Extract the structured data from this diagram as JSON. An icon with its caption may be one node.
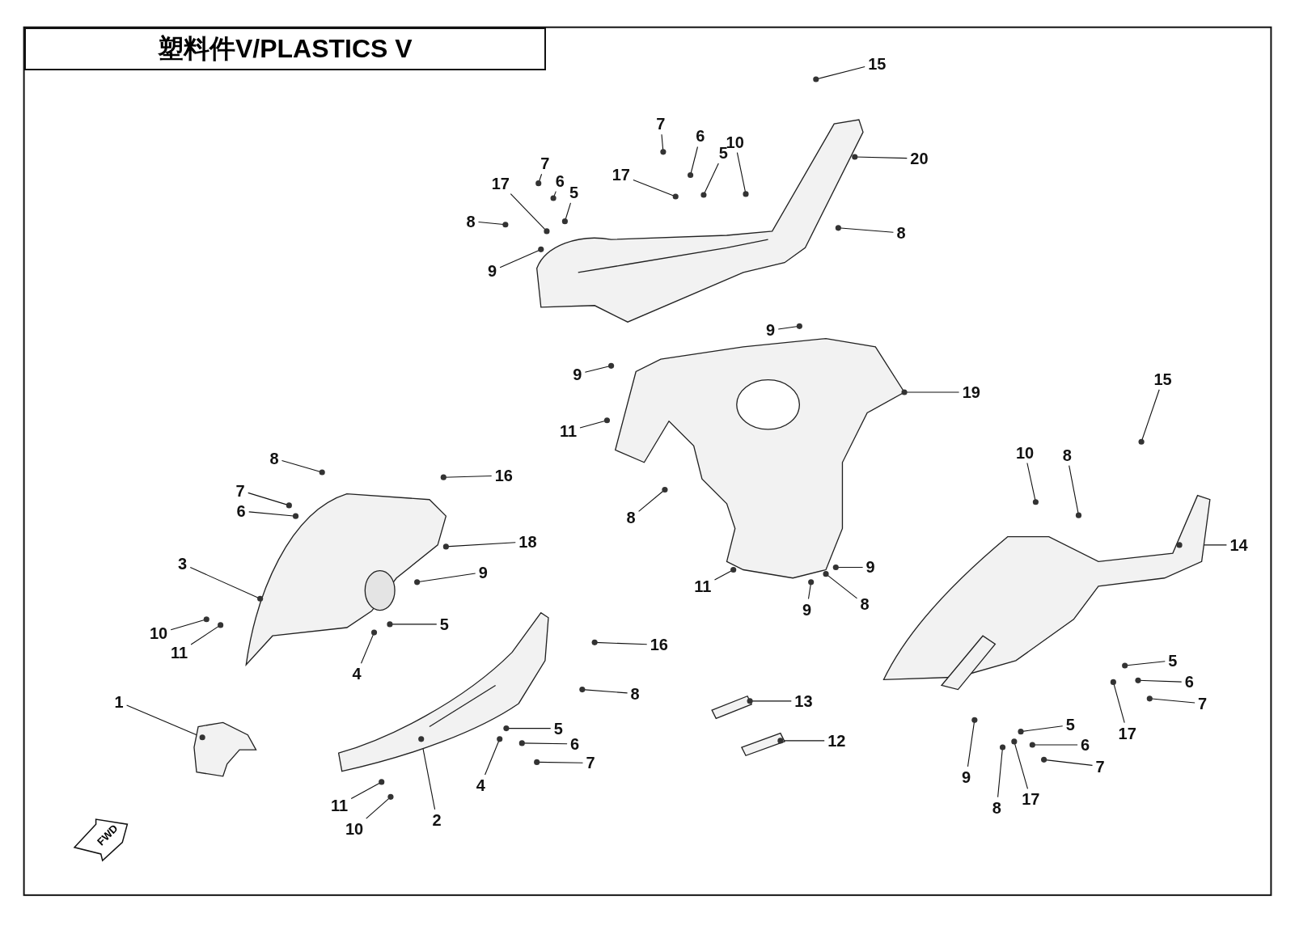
{
  "diagram": {
    "title": "塑料件V/PLASTICS V",
    "nodes": [
      {
        "text": [
          "15"
        ]
      },
      {
        "text": [
          "20"
        ]
      },
      {
        "text": [
          "10"
        ]
      },
      {
        "text": [
          "7"
        ]
      },
      {
        "text": [
          "6"
        ]
      },
      {
        "text": [
          "5"
        ]
      },
      {
        "text": [
          "17"
        ]
      },
      {
        "text": [
          "8"
        ]
      },
      {
        "text": [
          "7"
        ]
      },
      {
        "text": [
          "6"
        ]
      },
      {
        "text": [
          "5"
        ]
      },
      {
        "text": [
          "17"
        ]
      },
      {
        "text": [
          "8"
        ]
      },
      {
        "text": [
          "9"
        ]
      },
      {
        "text": [
          "9"
        ]
      },
      {
        "text": [
          "9"
        ]
      },
      {
        "text": [
          "19"
        ]
      },
      {
        "text": [
          "11"
        ]
      },
      {
        "text": [
          "8"
        ]
      },
      {
        "text": [
          "9"
        ]
      },
      {
        "text": [
          "11"
        ]
      },
      {
        "text": [
          "9"
        ]
      },
      {
        "text": [
          "8"
        ]
      },
      {
        "text": [
          "15"
        ]
      },
      {
        "text": [
          "10"
        ]
      },
      {
        "text": [
          "8"
        ]
      },
      {
        "text": [
          "14"
        ]
      },
      {
        "text": [
          "5"
        ]
      },
      {
        "text": [
          "6"
        ]
      },
      {
        "text": [
          "7"
        ]
      },
      {
        "text": [
          "17"
        ]
      },
      {
        "text": [
          "5"
        ]
      },
      {
        "text": [
          "6"
        ]
      },
      {
        "text": [
          "7"
        ]
      },
      {
        "text": [
          "17"
        ]
      },
      {
        "text": [
          "9"
        ]
      },
      {
        "text": [
          "8"
        ]
      },
      {
        "text": [
          "8"
        ]
      },
      {
        "text": [
          "7"
        ]
      },
      {
        "text": [
          "6"
        ]
      },
      {
        "text": [
          "16"
        ]
      },
      {
        "text": [
          "18"
        ]
      },
      {
        "text": [
          "3"
        ]
      },
      {
        "text": [
          "9"
        ]
      },
      {
        "text": [
          "5"
        ]
      },
      {
        "text": [
          "10"
        ]
      },
      {
        "text": [
          "11"
        ]
      },
      {
        "text": [
          "4"
        ]
      },
      {
        "text": [
          "16"
        ]
      },
      {
        "text": [
          "8"
        ]
      },
      {
        "text": [
          "1"
        ]
      },
      {
        "text": [
          "5"
        ]
      },
      {
        "text": [
          "6"
        ]
      },
      {
        "text": [
          "7"
        ]
      },
      {
        "text": [
          "4"
        ]
      },
      {
        "text": [
          "2"
        ]
      },
      {
        "text": [
          "11"
        ]
      },
      {
        "text": [
          "10"
        ]
      },
      {
        "text": [
          "13"
        ]
      },
      {
        "text": [
          "12"
        ]
      }
    ],
    "edges": [
      {
        "from": 0,
        "to": null,
        "arrow": "none"
      },
      {
        "from": 1,
        "to": null,
        "arrow": "none"
      },
      {
        "from": 2,
        "to": null,
        "arrow": "none"
      },
      {
        "from": 3,
        "to": null,
        "arrow": "none"
      },
      {
        "from": 4,
        "to": null,
        "arrow": "none"
      },
      {
        "from": 5,
        "to": null,
        "arrow": "none"
      },
      {
        "from": 6,
        "to": null,
        "arrow": "none"
      },
      {
        "from": 7,
        "to": null,
        "arrow": "none"
      },
      {
        "from": 8,
        "to": null,
        "arrow": "none"
      },
      {
        "from": 9,
        "to": null,
        "arrow": "none"
      },
      {
        "from": 10,
        "to": null,
        "arrow": "none"
      },
      {
        "from": 11,
        "to": null,
        "arrow": "none"
      },
      {
        "from": 12,
        "to": null,
        "arrow": "none"
      },
      {
        "from": 13,
        "to": null,
        "arrow": "none"
      },
      {
        "from": 14,
        "to": null,
        "arrow": "none"
      },
      {
        "from": 15,
        "to": null,
        "arrow": "none"
      },
      {
        "from": 16,
        "to": null,
        "arrow": "none"
      },
      {
        "from": 17,
        "to": null,
        "arrow": "none"
      },
      {
        "from": 18,
        "to": null,
        "arrow": "none"
      },
      {
        "from": 19,
        "to": null,
        "arrow": "none"
      },
      {
        "from": 20,
        "to": null,
        "arrow": "none"
      },
      {
        "from": 21,
        "to": null,
        "arrow": "none"
      },
      {
        "from": 22,
        "to": null,
        "arrow": "none"
      },
      {
        "from": 23,
        "to": null,
        "arrow": "none"
      },
      {
        "from": 24,
        "to": null,
        "arrow": "none"
      },
      {
        "from": 25,
        "to": null,
        "arrow": "none"
      },
      {
        "from": 26,
        "to": null,
        "arrow": "none"
      },
      {
        "from": 27,
        "to": null,
        "arrow": "none"
      },
      {
        "from": 28,
        "to": null,
        "arrow": "none"
      },
      {
        "from": 29,
        "to": null,
        "arrow": "none"
      },
      {
        "from": 30,
        "to": null,
        "arrow": "none"
      },
      {
        "from": 31,
        "to": null,
        "arrow": "none"
      },
      {
        "from": 32,
        "to": null,
        "arrow": "none"
      },
      {
        "from": 33,
        "to": null,
        "arrow": "none"
      },
      {
        "from": 34,
        "to": null,
        "arrow": "none"
      },
      {
        "from": 35,
        "to": null,
        "arrow": "none"
      },
      {
        "from": 36,
        "to": null,
        "arrow": "none"
      },
      {
        "from": 37,
        "to": null,
        "arrow": "none"
      },
      {
        "from": 38,
        "to": null,
        "arrow": "none"
      },
      {
        "from": 39,
        "to": null,
        "arrow": "none"
      },
      {
        "from": 40,
        "to": null,
        "arrow": "none"
      },
      {
        "from": 41,
        "to": null,
        "arrow": "none"
      },
      {
        "from": 42,
        "to": null,
        "arrow": "none"
      },
      {
        "from": 43,
        "to": null,
        "arrow": "none"
      },
      {
        "from": 44,
        "to": null,
        "arrow": "none"
      },
      {
        "from": 45,
        "to": null,
        "arrow": "none"
      },
      {
        "from": 46,
        "to": null,
        "arrow": "none"
      },
      {
        "from": 47,
        "to": null,
        "arrow": "none"
      },
      {
        "from": 48,
        "to": null,
        "arrow": "none"
      },
      {
        "from": 49,
        "to": null,
        "arrow": "none"
      },
      {
        "from": 50,
        "to": null,
        "arrow": "none"
      },
      {
        "from": 51,
        "to": null,
        "arrow": "none"
      },
      {
        "from": 52,
        "to": null,
        "arrow": "none"
      },
      {
        "from": 53,
        "to": null,
        "arrow": "none"
      },
      {
        "from": 54,
        "to": null,
        "arrow": "none"
      },
      {
        "from": 55,
        "to": null,
        "arrow": "none"
      },
      {
        "from": 56,
        "to": null,
        "arrow": "none"
      },
      {
        "from": 57,
        "to": null,
        "arrow": "none"
      },
      {
        "from": 58,
        "to": null,
        "arrow": "none"
      },
      {
        "from": 59,
        "to": null,
        "arrow": "none"
      }
    ],
    "labels": [
      "FWD"
    ]
  }
}
